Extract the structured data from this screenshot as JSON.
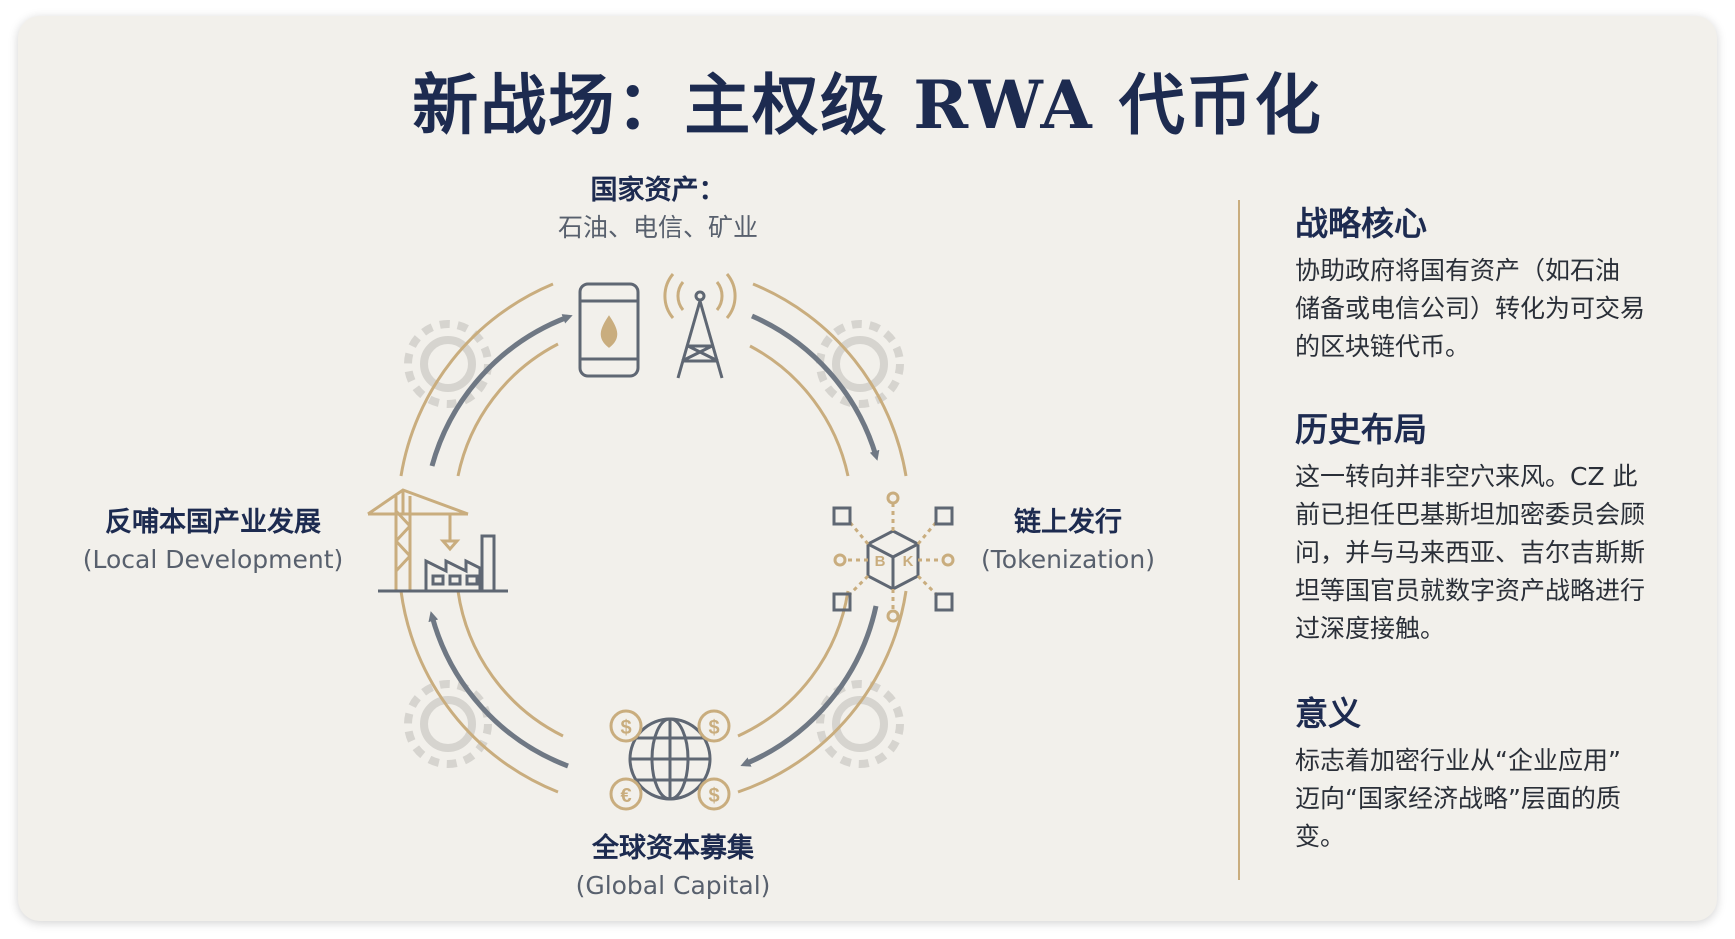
{
  "title": "新战场：主权级 RWA 代币化",
  "cycle": {
    "top": {
      "heading": "国家资产：",
      "sub": "石油、电信、矿业"
    },
    "right": {
      "heading": "链上发行",
      "sub": "(Tokenization)"
    },
    "bottom": {
      "heading": "全球资本募集",
      "sub": "(Global Capital)"
    },
    "left": {
      "heading": "反哺本国产业发展",
      "sub": "(Local Development)"
    }
  },
  "icons": {
    "top": [
      "oil-barrel-icon",
      "signal-tower-icon"
    ],
    "right": "blockchain-network-icon",
    "bottom": "globe-currency-icon",
    "left": "crane-factory-icon",
    "background": "gear-icon",
    "node_letters": [
      "B",
      "K"
    ],
    "currency_symbols": [
      "$",
      "$",
      "€",
      "$"
    ]
  },
  "sidebar": [
    {
      "heading": "战略核心",
      "lines": [
        "协助政府将国有资产（如石油",
        "储备或电信公司）转化为可交易",
        "的区块链代币。"
      ]
    },
    {
      "heading": "历史布局",
      "lines": [
        "这一转向并非空穴来风。CZ 此",
        "前已担任巴基斯坦加密委员会顾",
        "问，并与马来西亚、吉尔吉斯斯",
        "坦等国官员就数字资产战略进行",
        "过深度接触。"
      ]
    },
    {
      "heading": "意义",
      "lines": [
        "标志着加密行业从“企业应用”",
        "迈向“国家经济战略”层面的质",
        "变。"
      ]
    }
  ],
  "colors": {
    "navy": "#1d2b50",
    "gold": "#c9ad7e",
    "slate": "#6f7884",
    "background": "#f2f0eb"
  }
}
